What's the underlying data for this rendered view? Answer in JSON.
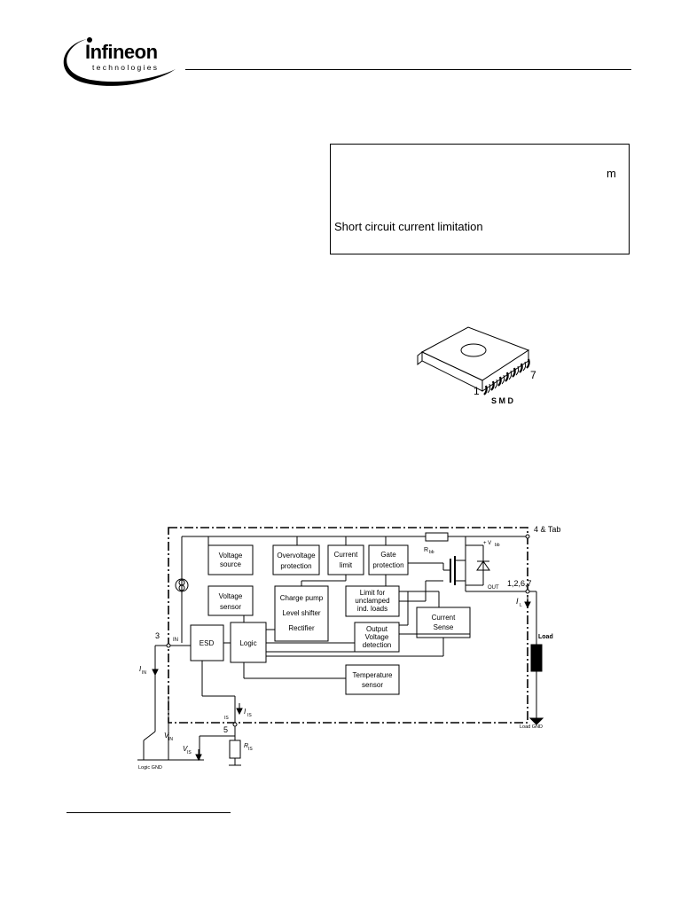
{
  "logo": {
    "brand": "Infineon",
    "subtitle": "technologies"
  },
  "summary_box": {
    "unit_glyph": "m",
    "feature": "Short circuit current limitation"
  },
  "package": {
    "pin_first": "1",
    "pin_last": "7",
    "label": "S M D"
  },
  "diagram": {
    "blocks": {
      "voltage_source_1": "Voltage",
      "voltage_source_2": "source",
      "overvoltage_1": "Overvoltage",
      "overvoltage_2": "protection",
      "current_limit_1": "Current",
      "current_limit_2": "limit",
      "gate_protection_1": "Gate",
      "gate_protection_2": "protection",
      "voltage_sensor_1": "Voltage",
      "voltage_sensor_2": "sensor",
      "charge_pump": "Charge pump",
      "level_shifter": "Level shifter",
      "rectifier": "Rectifier",
      "limit_unclamped_1": "Limit for",
      "limit_unclamped_2": "unclamped",
      "limit_unclamped_3": "ind. loads",
      "current_sense_1": "Current",
      "current_sense_2": "Sense",
      "esd": "ESD",
      "logic": "Logic",
      "output_detection_1": "Output",
      "output_detection_2": "Voltage",
      "output_detection_3": "detection",
      "temperature_1": "Temperature",
      "temperature_2": "sensor",
      "load": "Load"
    },
    "labels": {
      "pin_tab": "4 & Tab",
      "vbb": "+ V",
      "vbb_sub": "bb",
      "rbb": "R",
      "rbb_sub": "bb",
      "out": "OUT",
      "pins_out": "1,2,6,7",
      "il": "I",
      "il_sub": "L",
      "pin_in": "3",
      "in": "IN",
      "iin": "I",
      "iin_sub": "IN",
      "vin": "V",
      "vin_sub": "IN",
      "is": "IS",
      "iis": "I",
      "iis_sub": "IS",
      "pin_is": "5",
      "vis": "V",
      "vis_sub": "IS",
      "ris": "R",
      "ris_sub": "IS",
      "logic_gnd": "Logic GND",
      "load_gnd": "Load GND"
    }
  }
}
